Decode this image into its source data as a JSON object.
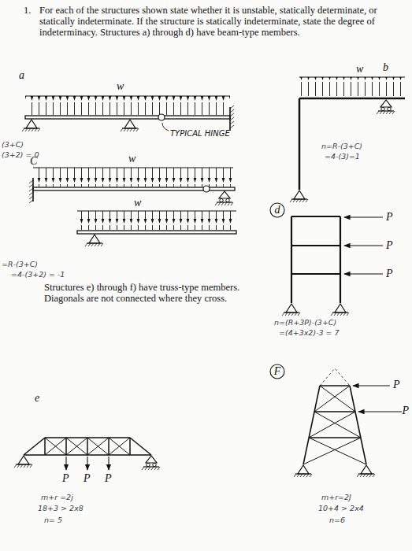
{
  "diagram": {
    "labels": [
      "1.",
      "For each of the structures shown state whether it is unstable, statically determinate, or statically indeterminate. If the structure is statically indeterminate, state the degree of indeterminacy. Structures a) through d) have beam-type members.",
      "a",
      "w",
      "TYPICAL HINGE",
      "b",
      "w",
      "(3+C)",
      "(3+2) = 0",
      "C",
      "w",
      "n=R-(3+C)",
      "=4-(3)=1",
      "w",
      "d",
      "P",
      "P",
      "P",
      "=R-(3+C)",
      "=4-(3+2) = -1",
      "Structures e) through f) have truss-type members. Diagonals are not connected where they cross.",
      "n=(R+3P)-(3+C)",
      "=(4+3x2)-3 = 7",
      "e",
      "F",
      "P",
      "P",
      "P",
      "P",
      "P",
      "m+r =2j",
      "18+3 > 2x8",
      "n= 5",
      "m+r=2J",
      "10+4 > 2x4",
      "n=6"
    ]
  }
}
